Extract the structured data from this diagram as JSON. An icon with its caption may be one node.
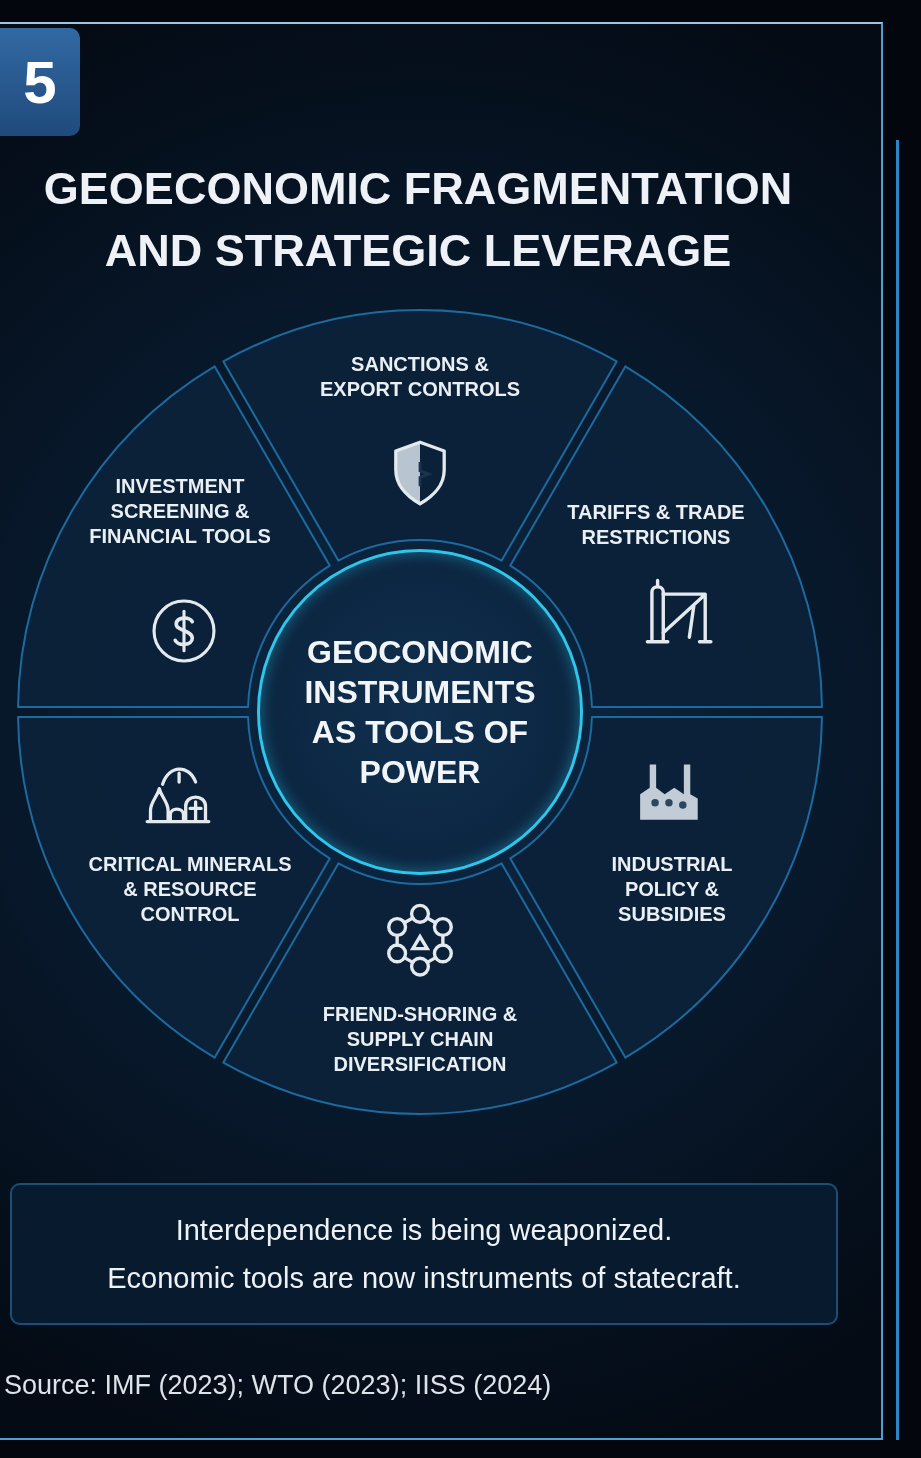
{
  "diagram": {
    "title": "GEOECONOMIC FRAGMENTATION AND STRATEGIC LEVERAGE",
    "caption": "Source: IMF (2023); WTO (2023); IISS (2024)",
    "nodes": [
      {
        "text": [
          "SANCTIONS & EXPORT CONTROLS"
        ]
      },
      {
        "text": [
          "INVESTMENT SCREENING & FINANCIAL TOOLS"
        ]
      },
      {
        "text": [
          "TARIFFS & TRADE RESTRICTIONS"
        ]
      },
      {
        "text": [
          "GEOCONOMIC INSTRUMENTS AS TOOLS OF POWER"
        ]
      },
      {
        "text": [
          "CRITICAL MINERALS & RESOURCE CONTROL"
        ]
      },
      {
        "text": [
          "INDUSTRIAL POLICY & SUBSIDIES"
        ]
      },
      {
        "text": [
          "FRIEND-SHORING & SUPPLY CHAIN DIVERSIFICATION"
        ]
      },
      {
        "text": [
          "Interdependence is being weaponized.",
          "Economic tools are now instruments of statecraft."
        ]
      }
    ],
    "labels": [
      "5"
    ]
  }
}
